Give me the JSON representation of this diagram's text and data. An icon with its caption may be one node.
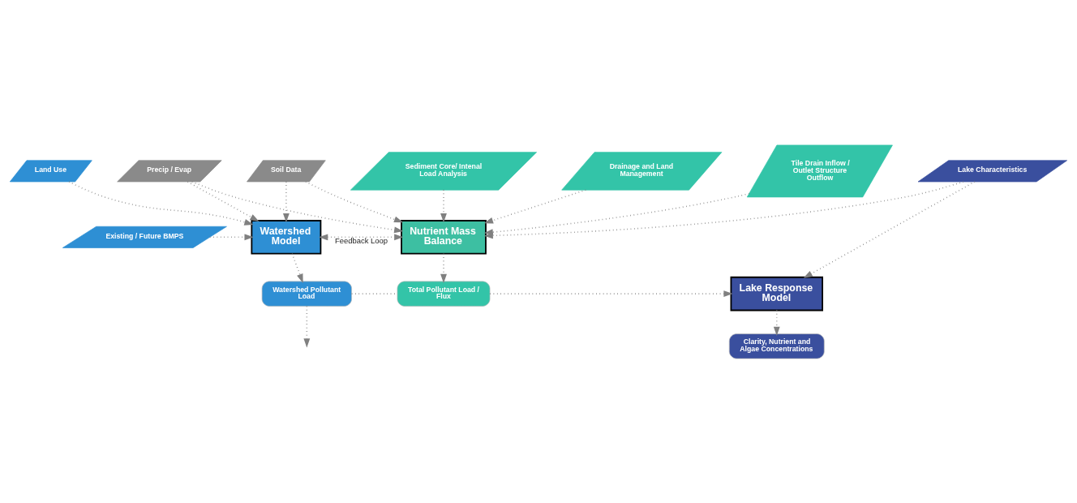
{
  "diagram": {
    "nodes": [
      {
        "text": [
          "Soil Data"
        ]
      },
      {
        "text": [
          "Precip / Evap"
        ]
      },
      {
        "text": [
          "Sediment Core/ Intenal Load Analysis"
        ]
      },
      {
        "text": [
          "Drainage and Land Management"
        ]
      },
      {
        "text": [
          "Tile Drain Inflow / Outlet Structure Outflow"
        ]
      },
      {
        "text": [
          "Land Use"
        ]
      },
      {
        "text": [
          "Existing / Future BMPS"
        ]
      },
      {
        "text": [
          "Watershed Model"
        ]
      },
      {
        "text": [
          "Nutrient Mass Balance"
        ]
      },
      {
        "text": [
          "Lake Characteristics"
        ]
      },
      {
        "text": [
          "Watershed Pollutant Load"
        ]
      },
      {
        "text": [
          "Total Pollutant Load / Flux"
        ]
      },
      {
        "text": [
          "Lake Response Model"
        ]
      },
      {
        "text": [
          "Clarity, Nutrient and Algae Concentrations"
        ]
      }
    ],
    "edges": [
      {
        "from": 0,
        "to": 7,
        "arrow": "to"
      },
      {
        "from": 1,
        "to": 7,
        "arrow": "to"
      },
      {
        "from": 0,
        "to": 8,
        "arrow": "to"
      },
      {
        "from": 1,
        "to": 8,
        "arrow": "to"
      },
      {
        "from": 3,
        "to": 8,
        "arrow": "to"
      },
      {
        "from": 2,
        "to": 8,
        "arrow": "to"
      },
      {
        "from": 4,
        "to": 8,
        "arrow": "to"
      },
      {
        "from": 9,
        "to": 8,
        "arrow": "to"
      },
      {
        "from": 5,
        "to": 7,
        "arrow": "to"
      },
      {
        "from": 6,
        "to": 7,
        "arrow": "to"
      },
      {
        "from": 7,
        "to": 8,
        "arrow": "both",
        "label": "Feedback Loop"
      },
      {
        "from": 7,
        "to": 10,
        "arrow": "to"
      },
      {
        "from": 8,
        "to": 11,
        "arrow": "to"
      },
      {
        "from": 10,
        "to": 11,
        "arrow": "none"
      },
      {
        "from": 10,
        "to": null,
        "arrow": "to"
      },
      {
        "from": 11,
        "to": 12,
        "arrow": "to"
      },
      {
        "from": 9,
        "to": 12,
        "arrow": "to"
      },
      {
        "from": 12,
        "to": 13,
        "arrow": "to"
      }
    ]
  }
}
